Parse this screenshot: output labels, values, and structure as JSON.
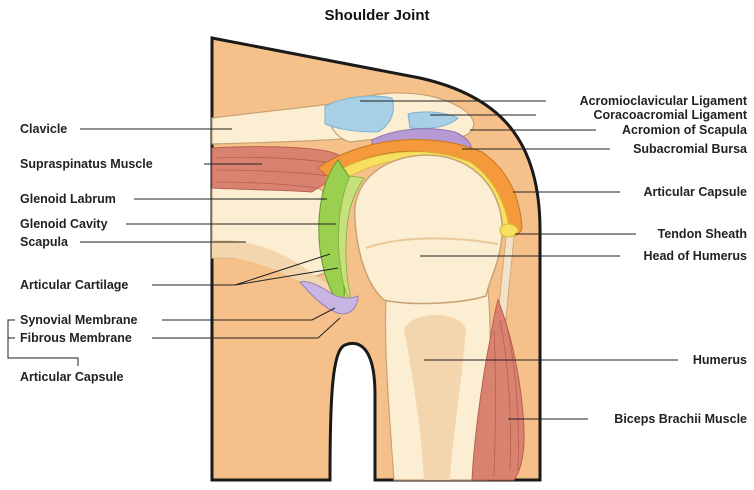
{
  "title": "Shoulder Joint",
  "labels_left": {
    "clavicle": "Clavicle",
    "supraspinatus": "Supraspinatus Muscle",
    "glenoid_labrum": "Glenoid Labrum",
    "glenoid_cavity": "Glenoid Cavity",
    "scapula": "Scapula",
    "articular_cartilage": "Articular Cartilage",
    "synovial_membrane": "Synovial Membrane",
    "fibrous_membrane": "Fibrous Membrane",
    "articular_capsule": "Articular Capsule"
  },
  "labels_right": {
    "acromioclavicular": "Acromioclavicular Ligament",
    "coracoacromial": "Coracoacromial Ligament",
    "acromion": "Acromion of Scapula",
    "subacromial_bursa": "Subacromial Bursa",
    "articular_capsule": "Articular Capsule",
    "tendon_sheath": "Tendon Sheath",
    "head_of_humerus": "Head of Humerus",
    "humerus": "Humerus",
    "biceps": "Biceps Brachii Muscle"
  },
  "colors": {
    "skin": "#f6c08a",
    "bone": "#fbeed2",
    "bone_shade": "#f3d6ad",
    "muscle": "#d98270",
    "cartilage": "#9bcf4f",
    "capsule_yellow": "#f7e060",
    "capsule_orange": "#f59a3b",
    "bursa": "#b79ad3",
    "ligament": "#a7cfe6",
    "outline": "#1a1a1a"
  }
}
